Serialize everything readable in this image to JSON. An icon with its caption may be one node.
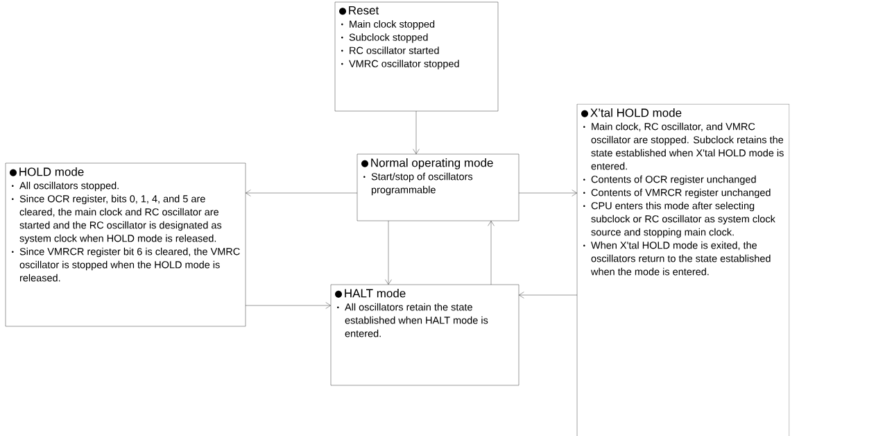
{
  "diagram": {
    "nodes": [
      {
        "text": [
          "Reset",
          "Main clock stopped",
          "Subclock stopped",
          "RC oscillator started",
          "VMRC oscillator stopped"
        ]
      },
      {
        "text": [
          "Normal operating mode",
          "Start/stop of oscillators programmable"
        ]
      },
      {
        "text": [
          "HOLD mode",
          "All oscillators stopped.",
          "Since OCR register, bits 0, 1, 4, and 5 are cleared, the main clock and RC oscillator are started and the RC oscillator is designated as system clock when HOLD mode is released.",
          "Since VMRCR register bit 6 is cleared, the VMRC oscillator is stopped when the HOLD mode is released."
        ]
      },
      {
        "text": [
          "HALT mode",
          "All oscillators retain the state established when HALT mode is entered."
        ]
      },
      {
        "text": [
          "X’tal HOLD mode",
          "Main clock, RC oscillator, and VMRC oscillator are stopped. Subclock retains the state established when X'tal HOLD mode is entered.",
          "Contents of OCR register unchanged",
          "Contents of VMRCR register unchanged",
          "CPU enters this mode after selecting subclock or RC oscillator as system clock source and stopping main clock.",
          "When X'tal HOLD mode is exited, the oscillators return to the state established when the mode is entered."
        ]
      }
    ],
    "edges": [
      {
        "from": 0,
        "to": 1,
        "arrow": "to"
      },
      {
        "from": 1,
        "to": 2,
        "arrow": "to"
      },
      {
        "from": 1,
        "to": 4,
        "arrow": "to"
      },
      {
        "from": 1,
        "to": 3,
        "arrow": "to"
      },
      {
        "from": 3,
        "to": 1,
        "arrow": "to"
      },
      {
        "from": 2,
        "to": 3,
        "arrow": "to"
      },
      {
        "from": 4,
        "to": 3,
        "arrow": "to"
      }
    ]
  }
}
